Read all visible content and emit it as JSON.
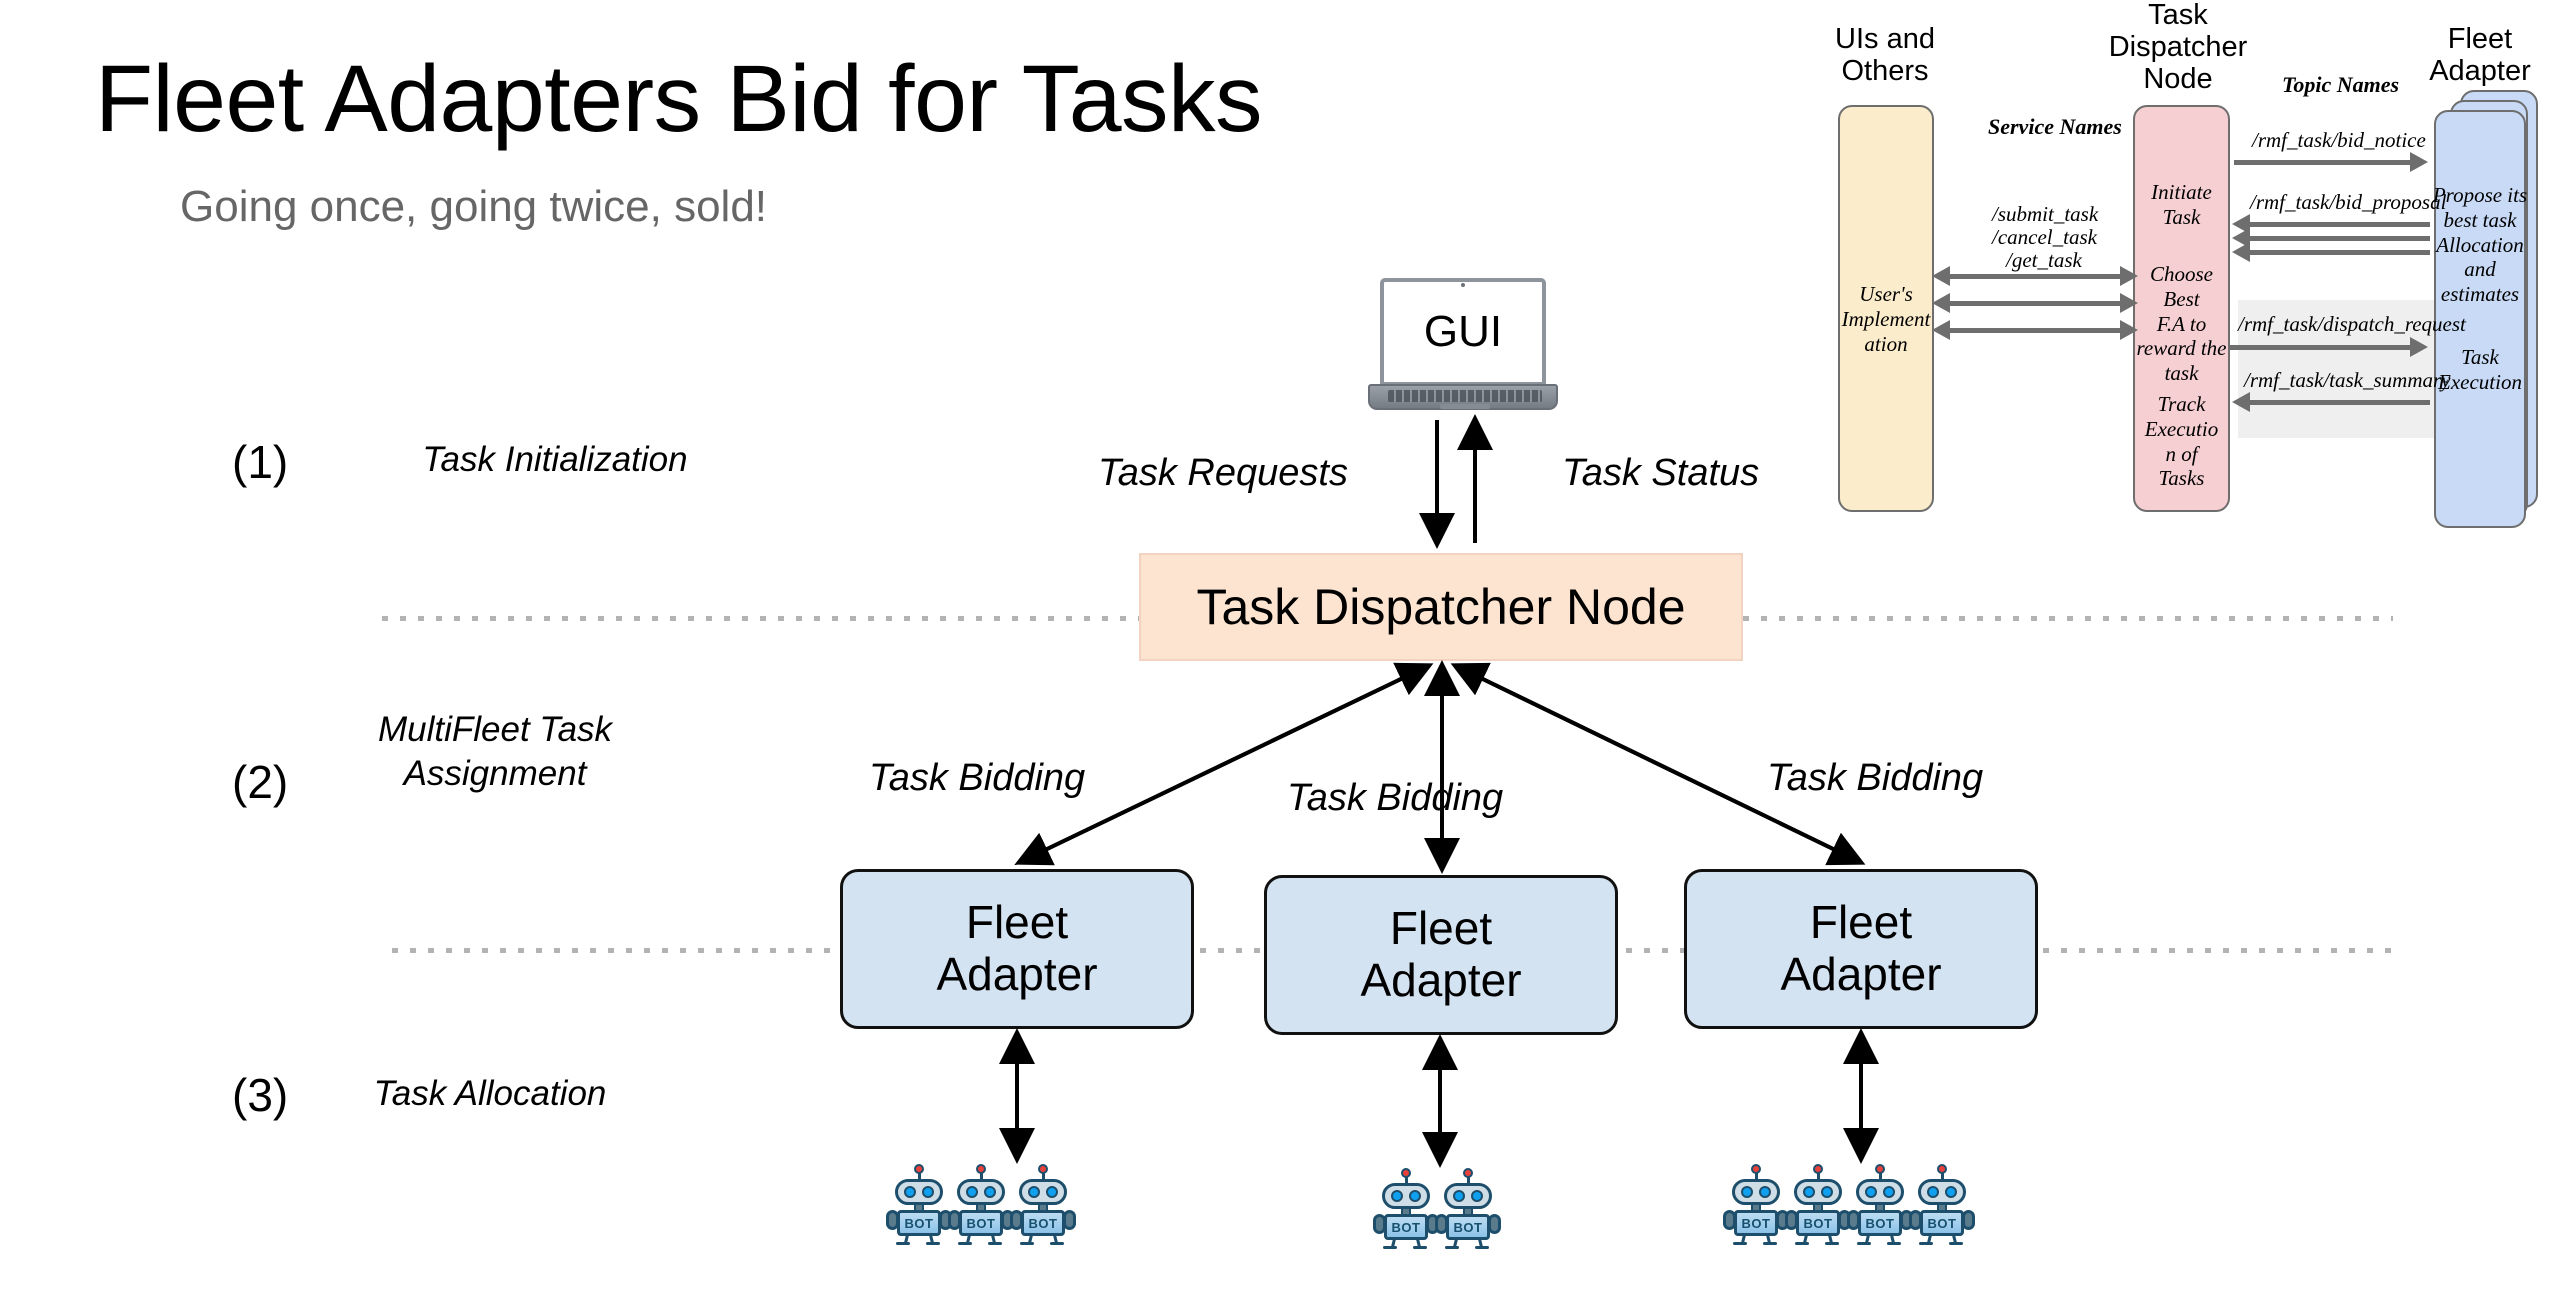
{
  "slide": {
    "title": "Fleet Adapters Bid for Tasks",
    "subtitle": "Going once, going twice, sold!"
  },
  "stages": [
    {
      "number": "(1)",
      "label": "Task Initialization"
    },
    {
      "number": "(2)",
      "label": "MultiFleet Task\nAssignment",
      "line1": "MultiFleet Task",
      "line2": "Assignment"
    },
    {
      "number": "(3)",
      "label": "Task Allocation"
    }
  ],
  "main": {
    "gui_label": "GUI",
    "dispatcher_label": "Task Dispatcher Node",
    "task_requests_label": "Task Requests",
    "task_status_label": "Task Status",
    "fleet_adapters": [
      {
        "line1": "Fleet",
        "line2": "Adapter",
        "bidding_label": "Task Bidding",
        "robot_count": 3
      },
      {
        "line1": "Fleet",
        "line2": "Adapter",
        "bidding_label": "Task Bidding",
        "robot_count": 2
      },
      {
        "line1": "Fleet",
        "line2": "Adapter",
        "bidding_label": "Task Bidding",
        "robot_count": 4
      }
    ],
    "robot_label": "BOT"
  },
  "inset": {
    "column_titles": {
      "left": "UIs and\nOthers",
      "left_l1": "UIs and",
      "left_l2": "Others",
      "middle": "Task\nDispatcher\nNode",
      "middle_l1": "Task",
      "middle_l2": "Dispatcher",
      "middle_l3": "Node",
      "right": "Fleet\nAdapter",
      "right_l1": "Fleet",
      "right_l2": "Adapter"
    },
    "service_names_header": "Service Names",
    "topic_names_header": "Topic Names",
    "service_names": [
      "/submit_task",
      "/cancel_task",
      "/get_task"
    ],
    "topics": [
      "/rmf_task/bid_notice",
      "/rmf_task/bid_proposal",
      "/rmf_task/dispatch_request",
      "/rmf_task/task_summary"
    ],
    "ui_lane_text": "User's\nImplement\nation",
    "ui_lane_l1": "User's",
    "ui_lane_l2": "Implement",
    "ui_lane_l3": "ation",
    "dispatcher_steps": [
      {
        "l1": "Initiate",
        "l2": "Task"
      },
      {
        "l1": "Choose Best",
        "l2": "F.A to",
        "l3": "reward the",
        "l4": "task"
      },
      {
        "l1": "Track",
        "l2": "Executio",
        "l3": "n of",
        "l4": "Tasks"
      }
    ],
    "fa_texts": [
      {
        "l1": "Propose its",
        "l2": "best task",
        "l3": "Allocation",
        "l4": "and",
        "l5": "estimates"
      },
      {
        "l1": "Task",
        "l2": "Execution"
      }
    ]
  },
  "colors": {
    "dispatcher_fill": "#fce4d0",
    "fleet_adapter_fill": "#d4e3f2",
    "inset_ui_fill": "#fbeccb",
    "inset_dispatcher_fill": "#f5cfd2",
    "inset_fleet_fill": "#c8daf5",
    "separator": "#b3b3b3",
    "subtitle": "#666666",
    "arrow": "#6e6e6e"
  }
}
